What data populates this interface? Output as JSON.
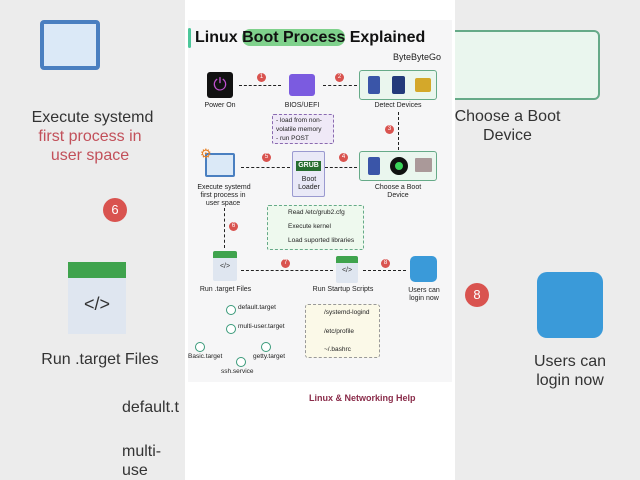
{
  "title": {
    "pre": "Linux ",
    "highlight": "Boot Process",
    "post": " Explained"
  },
  "brand": "ByteByteGo",
  "steps": {
    "power_on": "Power On",
    "bios": "BIOS/UEFI",
    "detect": "Detect Devices",
    "choose": "Choose a Boot Device",
    "grub_badge": "GRUB",
    "boot_loader": "Boot Loader",
    "systemd": "Execute systemd",
    "systemd_sub": "first process in user space",
    "target_files": "Run .target Files",
    "startup": "Run Startup Scripts",
    "users": "Users can login now"
  },
  "numbers": [
    "1",
    "2",
    "3",
    "4",
    "5",
    "6",
    "7",
    "8"
  ],
  "bios_note": [
    "- load from non-",
    "volatile memory",
    "- run POST"
  ],
  "grub_note": [
    "Read /etc/grub2.cfg",
    "Execute kernel",
    "Load suported libraries"
  ],
  "script_note": [
    "/systemd-logind",
    "/etc/profile",
    "~/.bashrc"
  ],
  "targets": [
    "default.target",
    "multi-user.target",
    "Basic.target",
    "ssh.service",
    "getty.target"
  ],
  "code_glyph": "</>",
  "footer": "Linux & Networking Help",
  "bg": {
    "left_title": "Execute systemd",
    "left_sub": "first process in user space",
    "left_num": "6",
    "left_files": "Run .target Files",
    "left_t1": "default.t",
    "left_t2": "multi-use",
    "right_choose": "Choose a Boot Device",
    "right_num": "8",
    "right_users": "Users can login now"
  }
}
